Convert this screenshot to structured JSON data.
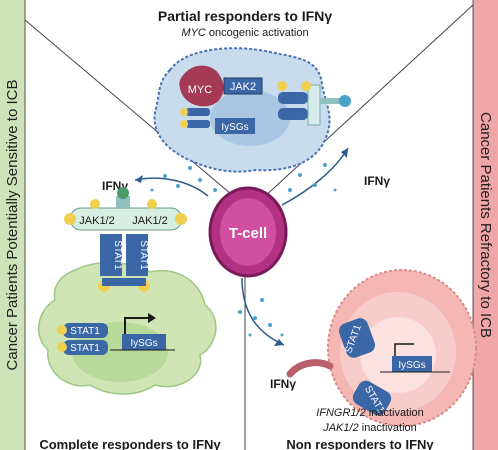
{
  "panels": {
    "top": {
      "title": "Partial responders to IFNγ",
      "subtitle_italic": "MYC",
      "subtitle_rest": " oncogenic activation"
    },
    "left": {
      "title": "Complete responders to IFNγ"
    },
    "right": {
      "title": "Non responders to IFNγ",
      "notes_italic_1": "IFNGR1/2",
      "notes_rest_1": " inactivation",
      "notes_italic_2": "JAK1/2",
      "notes_rest_2": " inactivation"
    }
  },
  "side_labels": {
    "left": "Cancer Patients Potentially Sensitive to ICB",
    "right": "Cancer Patients Refractory to ICB"
  },
  "center": {
    "tcell": "T-cell"
  },
  "cytokine": {
    "left": "IFNγ",
    "top_right": "IFNγ",
    "bottom": "IFNγ"
  },
  "molecules": {
    "myc": "MYC",
    "jak2": "JAK2",
    "isgs_top": "IySGs",
    "jak_left_a": "JAK1/2",
    "jak_left_b": "JAK1/2",
    "stat_a": "STAT1",
    "stat_b": "STAT1",
    "stat_nuc_a": "STAT1",
    "stat_nuc_b": "STAT1",
    "isgs_left": "IySGs",
    "stat_right_a": "STAT1",
    "stat_right_b": "STAT1",
    "isgs_right": "IySGs"
  },
  "colors": {
    "left_band": "#cde3b9",
    "right_band": "#f0a6a6",
    "tcell": "#c0308a",
    "cell_blue": "#4a72b0",
    "tumor_top": "#c9dcee",
    "tumor_left": "#cfe6b4",
    "tumor_right": "#f4b7b3"
  }
}
